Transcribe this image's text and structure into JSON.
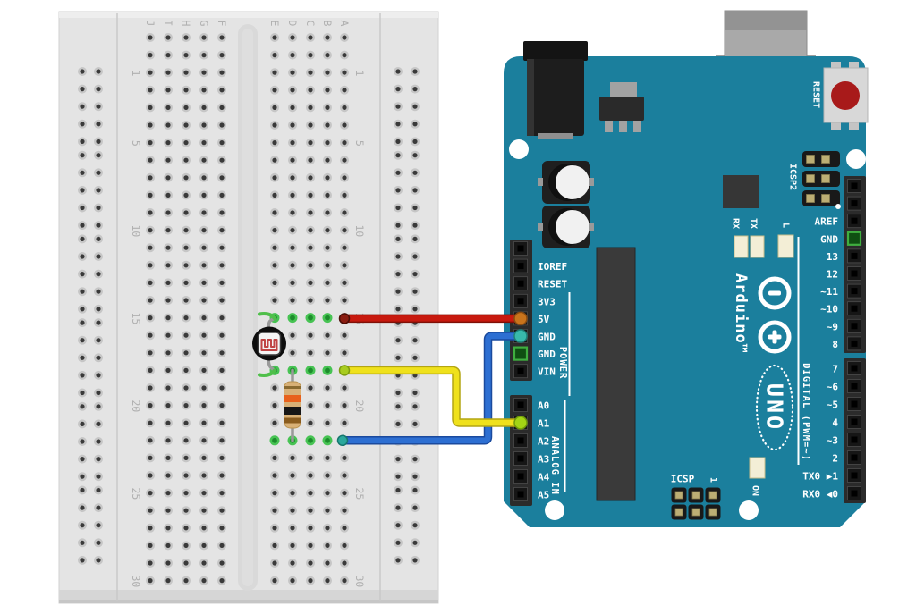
{
  "colors": {
    "page_bg": "#ffffff",
    "breadboard_body": "#e4e4e4",
    "board_teal": "#1b7f9d",
    "wire_red": "#c8190e",
    "wire_yellow": "#efe11c",
    "wire_blue": "#2d6fd2",
    "connection_green": "#3dbb4e",
    "reset_button_red": "#a81a1a",
    "label_gray": "#b0b0b0",
    "label_white": "#ffffff"
  },
  "breadboard": {
    "column_letters": [
      "J",
      "I",
      "H",
      "G",
      "F",
      "E",
      "D",
      "C",
      "B",
      "A"
    ],
    "row_labels": [
      "1",
      "5",
      "10",
      "15",
      "20",
      "25",
      "30"
    ]
  },
  "arduino": {
    "brand": "Arduino™",
    "model": "UNO",
    "reset_label": "RESET",
    "icsp2_label": "ICSP2",
    "icsp_label": "ICSP",
    "icsp_pin1_label": "1",
    "power_header": {
      "group_label": "POWER",
      "pins": [
        "",
        "IOREF",
        "RESET",
        "3V3",
        "5V",
        "GND",
        "GND",
        "VIN"
      ]
    },
    "analog_header": {
      "group_label": "ANALOG IN",
      "pins": [
        "A0",
        "A1",
        "A2",
        "A3",
        "A4",
        "A5"
      ]
    },
    "digital_header": {
      "group_label": "DIGITAL (PWM=~)",
      "top_pins": [
        "",
        "",
        "AREF",
        "GND",
        "13",
        "12",
        "~11",
        "~10",
        "~9",
        "8"
      ],
      "bottom_pins": [
        "7",
        "~6",
        "~5",
        "4",
        "~3",
        "2",
        "TX0 ▶1",
        "RX0 ◀0"
      ]
    },
    "leds": {
      "rx": "RX",
      "tx": "TX",
      "l": "L",
      "on": "ON"
    }
  }
}
